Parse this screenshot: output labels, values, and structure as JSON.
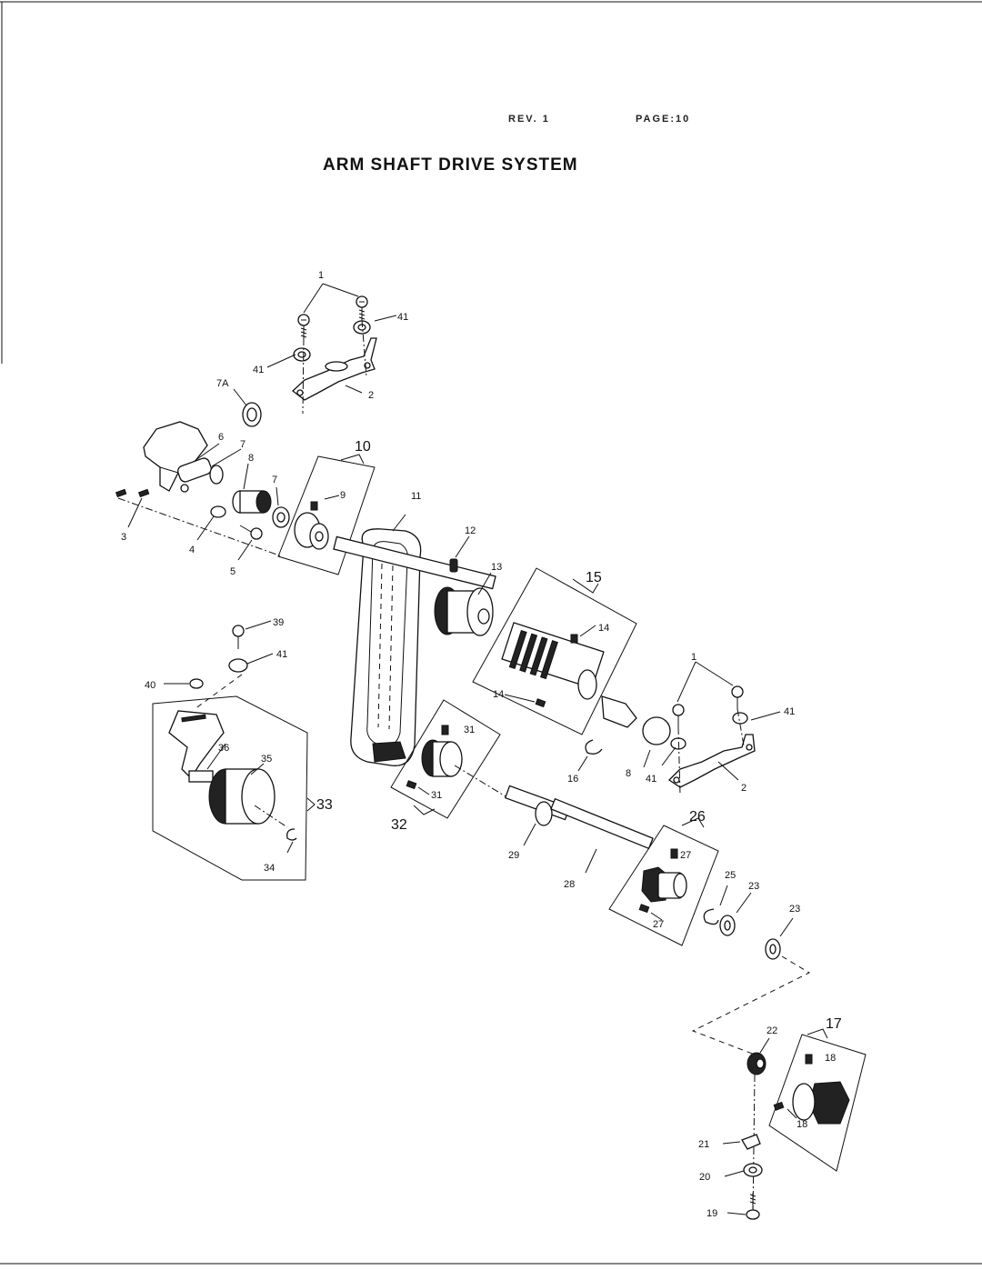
{
  "header": {
    "rev": "REV. 1",
    "page": "PAGE:10"
  },
  "title": "ARM SHAFT DRIVE SYSTEM",
  "callouts": {
    "c1a": "1",
    "c41a": "41",
    "c41b": "41",
    "c2a": "2",
    "c7A": "7A",
    "c6": "6",
    "c7a": "7",
    "c8a": "8",
    "c7b": "7",
    "c10": "10",
    "c9": "9",
    "c3": "3",
    "c4": "4",
    "c5": "5",
    "c11": "11",
    "c12": "12",
    "c13": "13",
    "c15": "15",
    "c14a": "14",
    "c14b": "14",
    "c39": "39",
    "c41c": "41",
    "c40": "40",
    "c36": "36",
    "c35": "35",
    "c33": "33",
    "c34": "34",
    "c31a": "31",
    "c31b": "31",
    "c32": "32",
    "c16": "16",
    "c8b": "8",
    "c1b": "1",
    "c41d": "41",
    "c41e": "41",
    "c2b": "2",
    "c26": "26",
    "c27a": "27",
    "c27b": "27",
    "c29": "29",
    "c28": "28",
    "c25": "25",
    "c23a": "23",
    "c23b": "23",
    "c22": "22",
    "c17": "17",
    "c18a": "18",
    "c18b": "18",
    "c21": "21",
    "c20": "20",
    "c19": "19"
  }
}
